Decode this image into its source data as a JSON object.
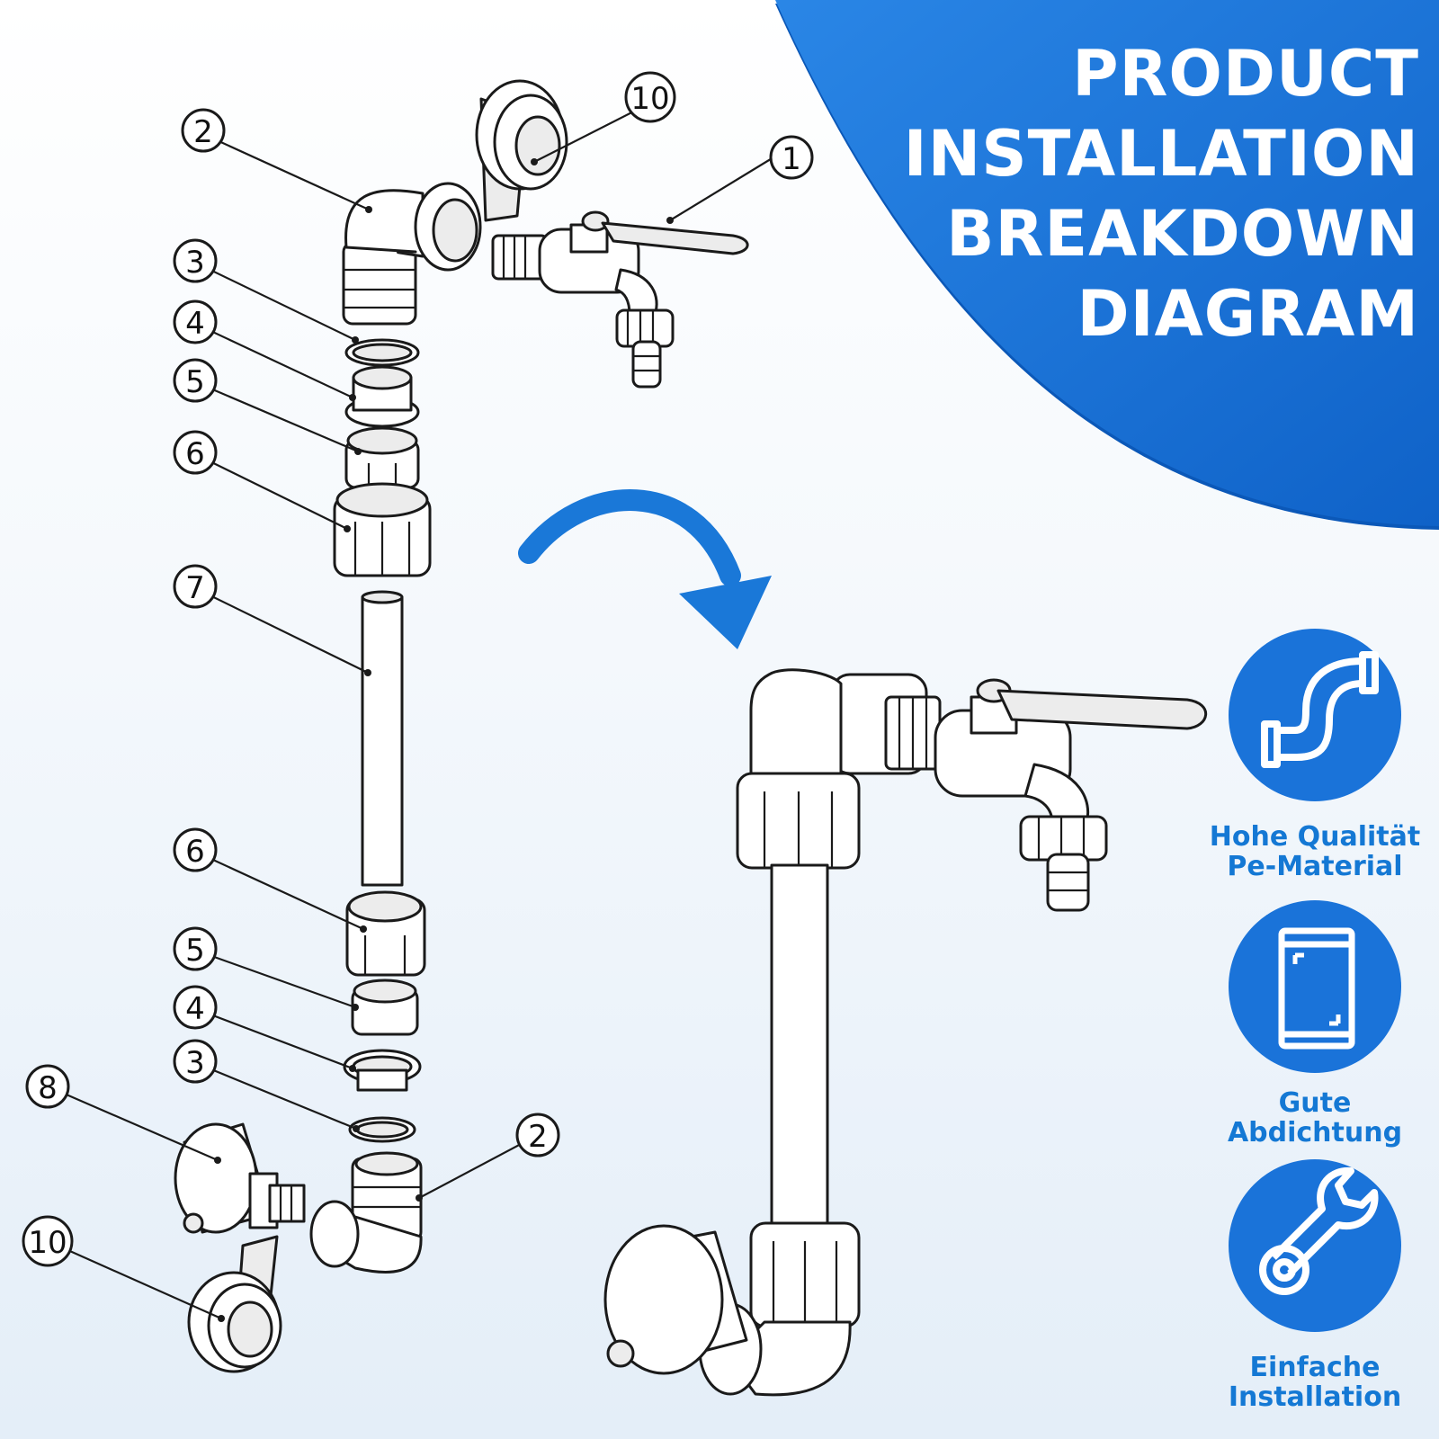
{
  "title": {
    "lines": [
      "PRODUCT",
      "INSTALLATION",
      "BREAKDOWN",
      "DIAGRAM"
    ]
  },
  "callouts": {
    "c1": "1",
    "c2_top": "2",
    "c3_top": "3",
    "c4_top": "4",
    "c5_top": "5",
    "c6_top": "6",
    "c7": "7",
    "c6_bottom": "6",
    "c5_bottom": "5",
    "c4_bottom": "4",
    "c3_bottom": "3",
    "c8": "8",
    "c2_bottom": "2",
    "c10_top": "10",
    "c10_bottom": "10"
  },
  "features": [
    {
      "icon": "pipe-icon",
      "line1": "Hohe Qualität",
      "line2": "Pe-Material"
    },
    {
      "icon": "seal-bag-icon",
      "line1": "Gute",
      "line2": "Abdichtung"
    },
    {
      "icon": "wrench-icon",
      "line1": "Einfache",
      "line2": "Installation"
    }
  ],
  "colors": {
    "brand_blue": "#1a73d9",
    "deep_blue": "#0f62c8",
    "text_blue": "#1478d4",
    "line_art": "#1a1a1a"
  }
}
